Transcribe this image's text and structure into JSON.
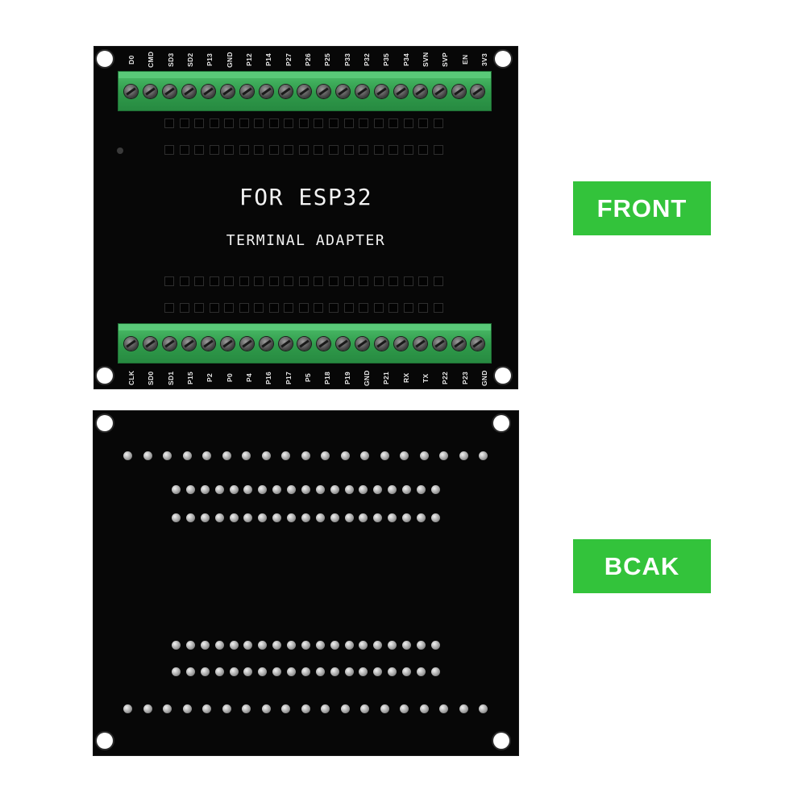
{
  "front": {
    "badge": "FRONT",
    "title": "FOR ESP32",
    "subtitle": "TERMINAL ADAPTER",
    "top_pins": [
      "D0",
      "CMD",
      "SD3",
      "SD2",
      "P13",
      "GND",
      "P12",
      "P14",
      "P27",
      "P26",
      "P25",
      "P33",
      "P32",
      "P35",
      "P34",
      "SVN",
      "SVP",
      "EN",
      "3V3"
    ],
    "bottom_pins": [
      "CLK",
      "SD0",
      "SD1",
      "P15",
      "P2",
      "P0",
      "P4",
      "P16",
      "P17",
      "P5",
      "P18",
      "P19",
      "GND",
      "P21",
      "RX",
      "TX",
      "P22",
      "P23",
      "GND"
    ]
  },
  "back": {
    "badge": "BCAK"
  }
}
